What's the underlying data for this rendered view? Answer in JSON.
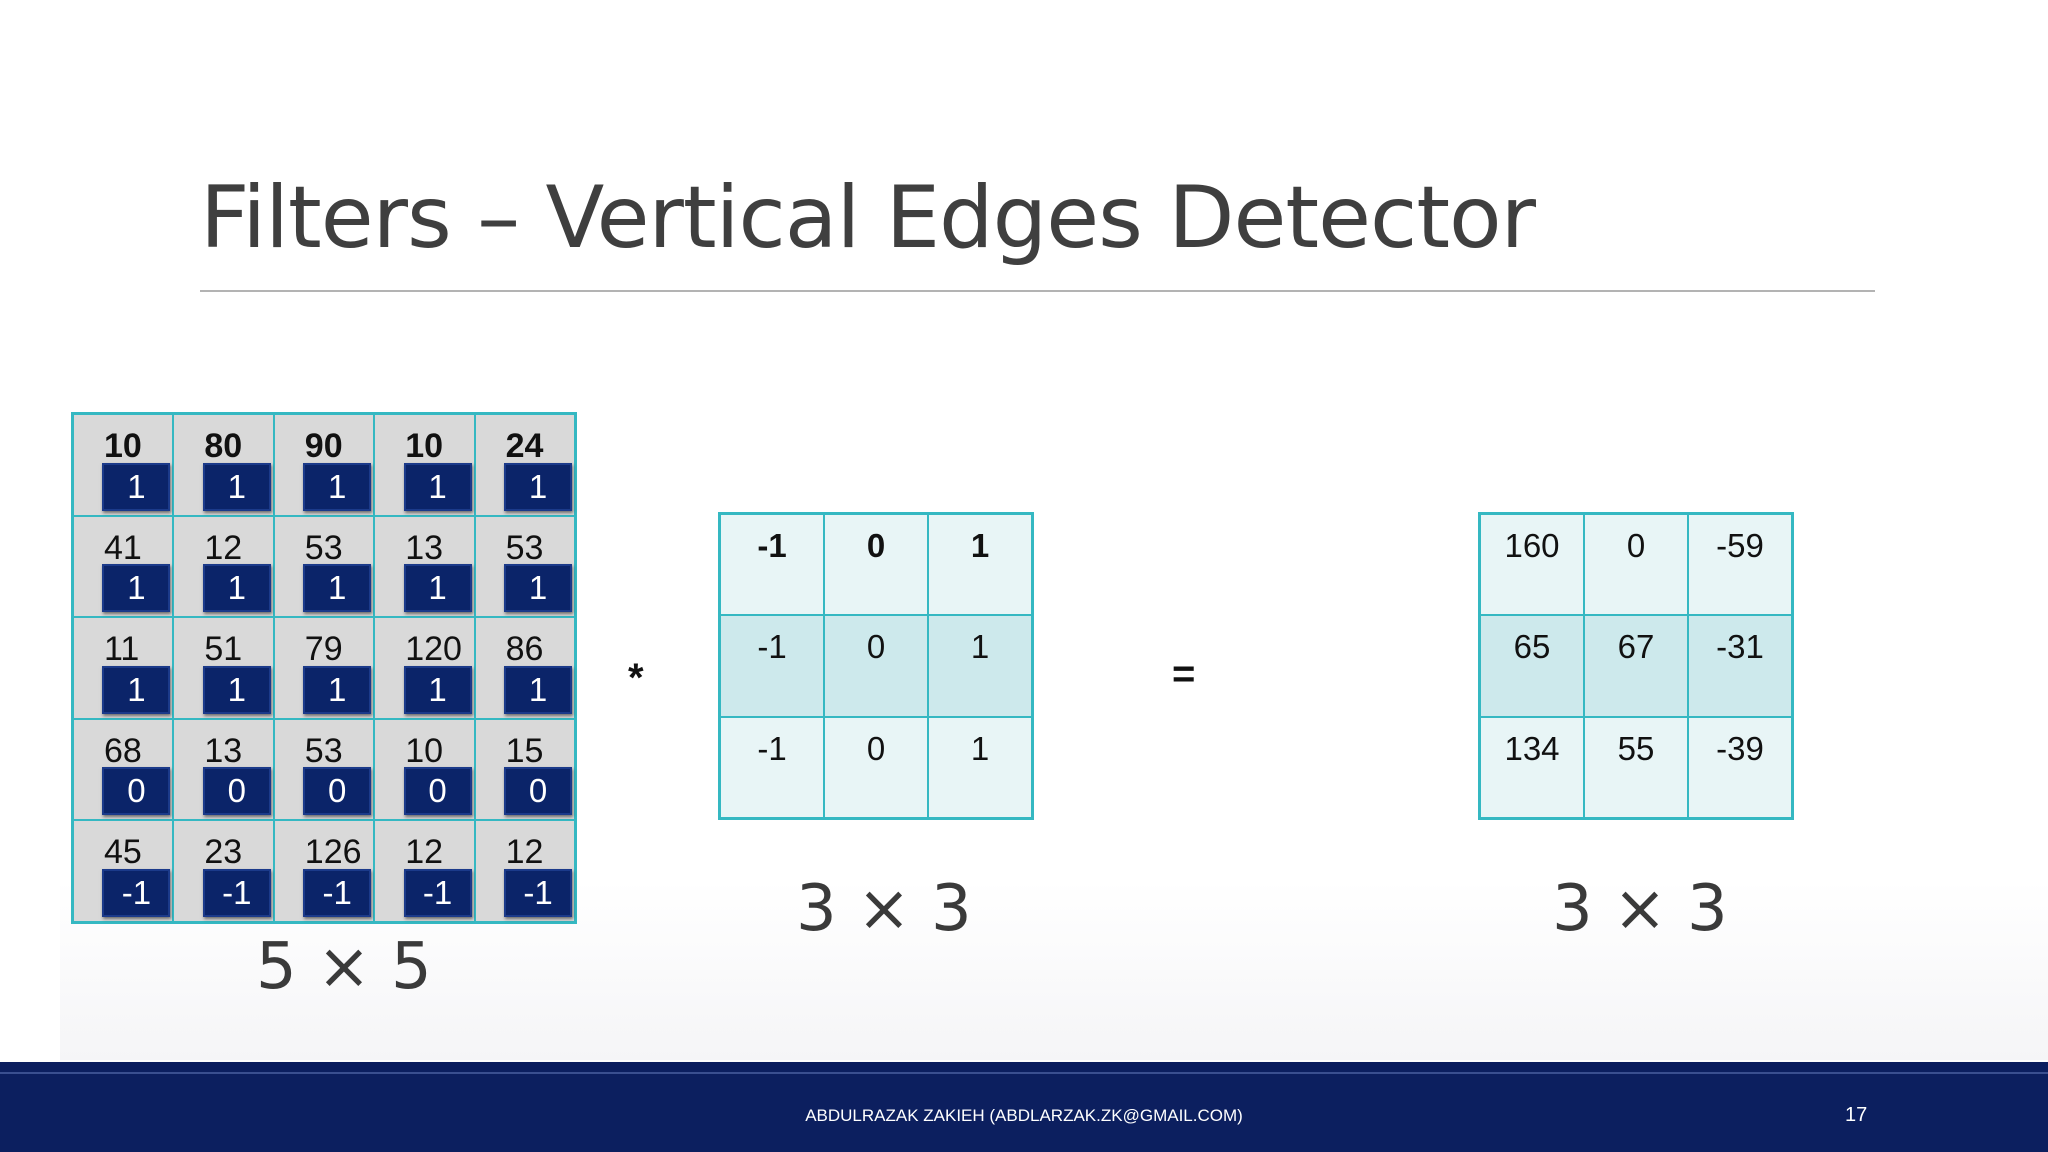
{
  "title": "Filters – Vertical Edges Detector",
  "input_matrix": {
    "values": [
      [
        "10",
        "80",
        "90",
        "10",
        "24"
      ],
      [
        "41",
        "12",
        "53",
        "13",
        "53"
      ],
      [
        "11",
        "51",
        "79",
        "120",
        "86"
      ],
      [
        "68",
        "13",
        "53",
        "10",
        "15"
      ],
      [
        "45",
        "23",
        "126",
        "12",
        "12"
      ]
    ],
    "overlay": [
      [
        "1",
        "1",
        "1",
        "1",
        "1"
      ],
      [
        "1",
        "1",
        "1",
        "1",
        "1"
      ],
      [
        "1",
        "1",
        "1",
        "1",
        "1"
      ],
      [
        "0",
        "0",
        "0",
        "0",
        "0"
      ],
      [
        "-1",
        "-1",
        "-1",
        "-1",
        "-1"
      ]
    ],
    "size_label": "5 × 5"
  },
  "operator_conv": "*",
  "kernel": {
    "values": [
      [
        "-1",
        "0",
        "1"
      ],
      [
        "-1",
        "0",
        "1"
      ],
      [
        "-1",
        "0",
        "1"
      ]
    ],
    "size_label": "3 × 3"
  },
  "operator_eq": "=",
  "output": {
    "values": [
      [
        "160",
        "0",
        "-59"
      ],
      [
        "65",
        "67",
        "-31"
      ],
      [
        "134",
        "55",
        "-39"
      ]
    ],
    "size_label": "3 × 3"
  },
  "footer": {
    "text": "ABDULRAZAK ZAKIEH (ABDLARZAK.ZK@GMAIL.COM)",
    "page_number": "17"
  },
  "colors": {
    "footer_bg": "#0c1f5f",
    "badge_bg": "#0b2469",
    "cell_border": "#35b8c2"
  }
}
